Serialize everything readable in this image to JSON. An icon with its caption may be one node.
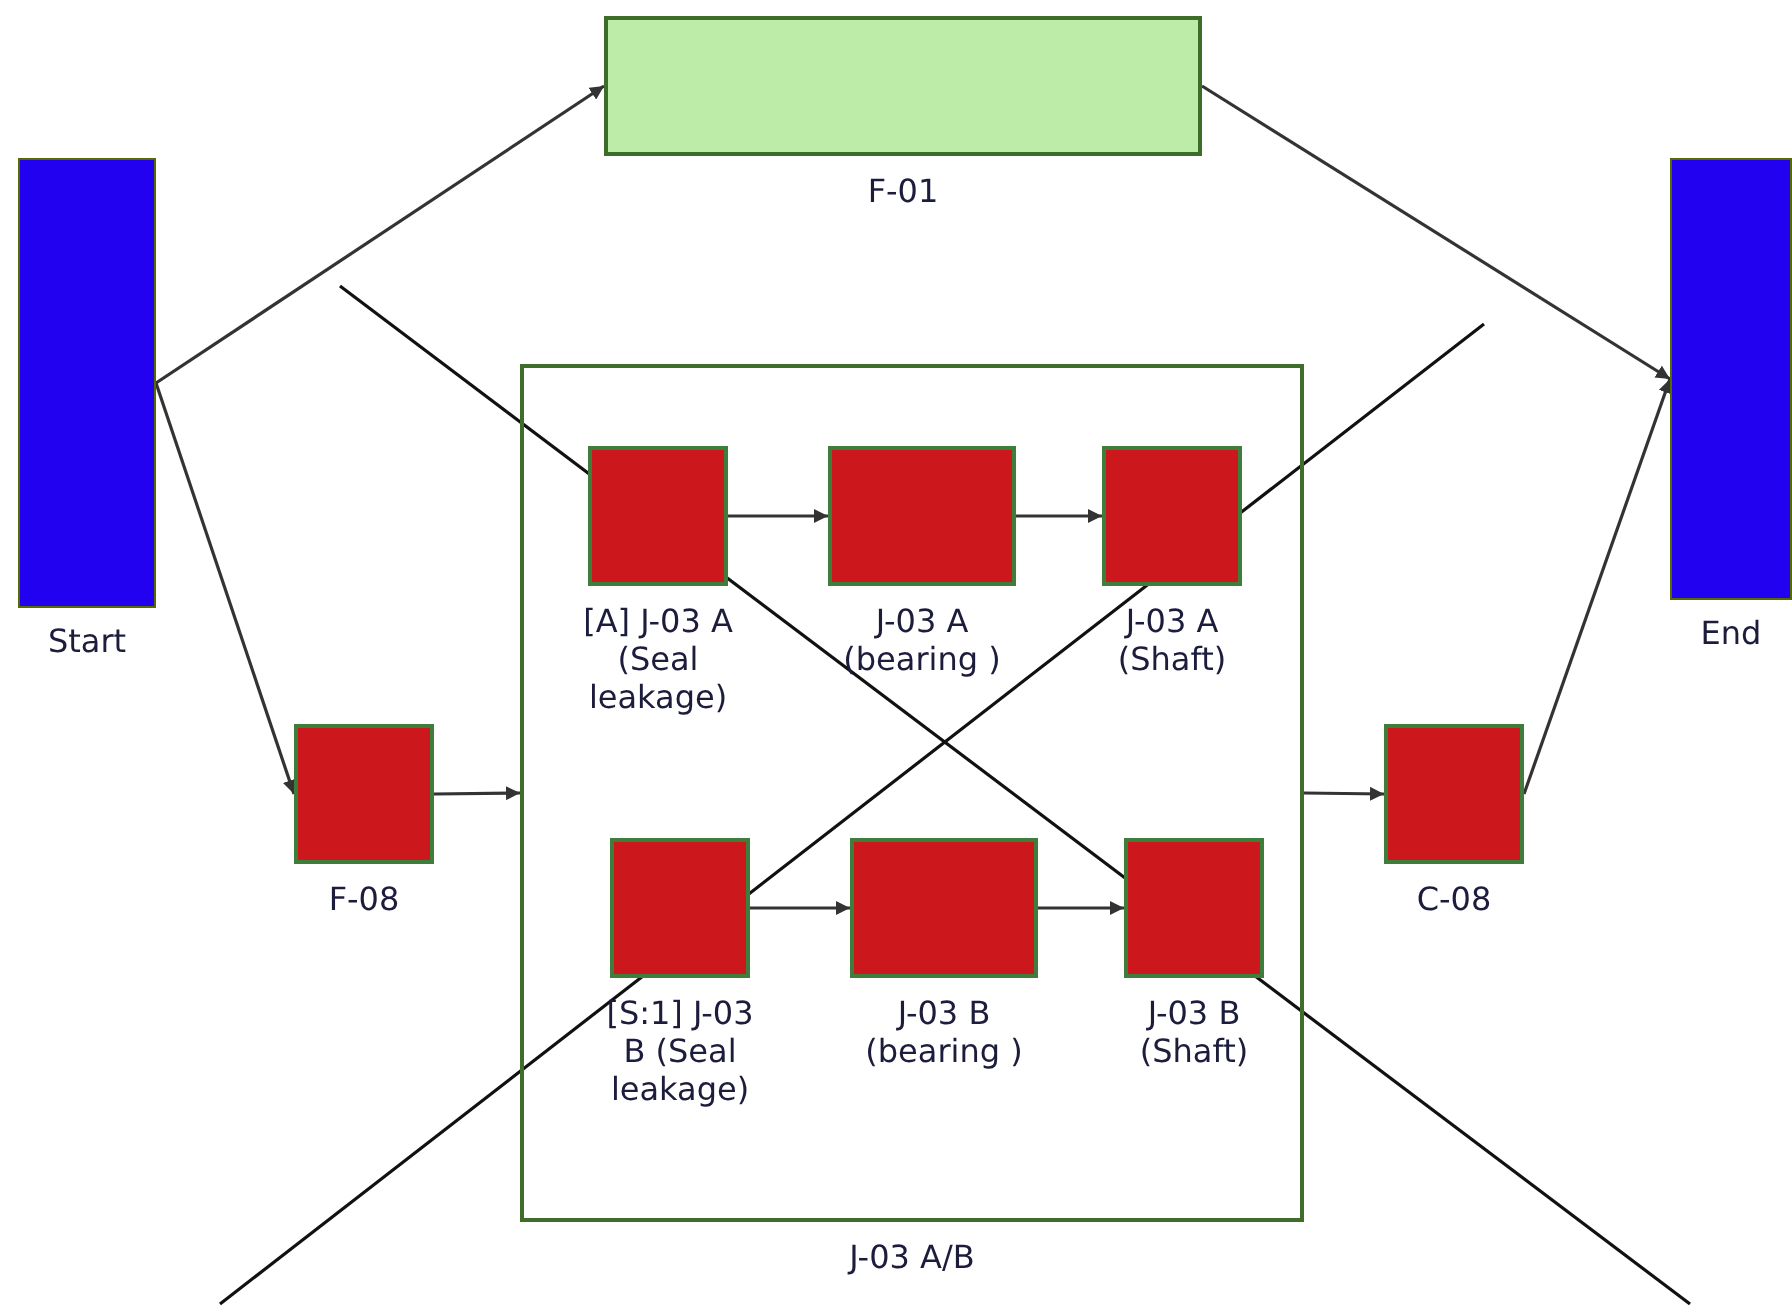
{
  "diagram": {
    "nodes": [
      {
        "text": [
          "Start"
        ]
      },
      {
        "text": [
          "F-01"
        ]
      },
      {
        "text": [
          "End"
        ]
      },
      {
        "text": [
          "F-08"
        ]
      },
      {
        "text": [
          "J-03 A/B"
        ]
      },
      {
        "text": [
          "[A] J-03 A (Seal leakage)"
        ],
        "in": 4
      },
      {
        "text": [
          "J-03 A (bearing )"
        ],
        "in": 4
      },
      {
        "text": [
          "J-03 A (Shaft)"
        ],
        "in": 4
      },
      {
        "text": [
          "[S:1] J-03 B (Seal leakage)"
        ],
        "in": 4
      },
      {
        "text": [
          "J-03 B (bearing )"
        ],
        "in": 4
      },
      {
        "text": [
          "J-03 B (Shaft)"
        ],
        "in": 4
      },
      {
        "text": [
          "C-08"
        ]
      }
    ],
    "edges": [
      {
        "from": 0,
        "to": 1,
        "arrow": "to"
      },
      {
        "from": 0,
        "to": 3,
        "arrow": "to"
      },
      {
        "from": 1,
        "to": 2,
        "arrow": "to"
      },
      {
        "from": 3,
        "to": 4,
        "arrow": "to"
      },
      {
        "from": 5,
        "to": 6,
        "arrow": "to"
      },
      {
        "from": 6,
        "to": 7,
        "arrow": "to"
      },
      {
        "from": 8,
        "to": 9,
        "arrow": "to"
      },
      {
        "from": 9,
        "to": 10,
        "arrow": "to"
      },
      {
        "from": 4,
        "to": 11,
        "arrow": "to"
      },
      {
        "from": 11,
        "to": 2,
        "arrow": "to"
      }
    ]
  }
}
